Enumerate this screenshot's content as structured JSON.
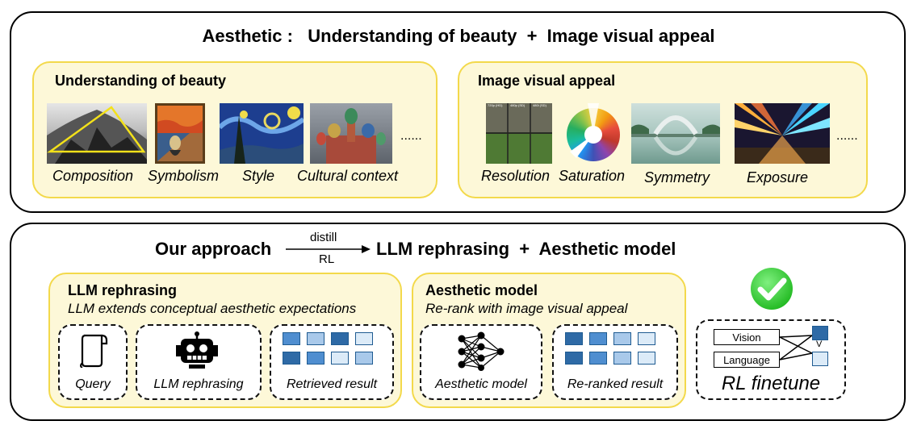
{
  "top": {
    "title": "Aesthetic :   Understanding of beauty  +  Image visual appeal",
    "beauty": {
      "heading": "Understanding of beauty",
      "items": [
        "Composition",
        "Symbolism",
        "Style",
        "Cultural context"
      ],
      "more": "......"
    },
    "appeal": {
      "heading": "Image visual appeal",
      "items": [
        "Resolution",
        "Saturation",
        "Symmetry",
        "Exposure"
      ],
      "more": "......",
      "res_labels": [
        "720p (HD)",
        "480p (SD)",
        "480i (SD)"
      ]
    }
  },
  "bottom": {
    "title_left": "Our approach",
    "arrow_top": "distill",
    "arrow_bottom": "RL",
    "title_right": "LLM rephrasing  +  Aesthetic model",
    "llm": {
      "heading": "LLM rephrasing",
      "subtitle": "LLM extends conceptual aesthetic expectations",
      "boxes": [
        "Query",
        "LLM rephrasing",
        "Retrieved result"
      ]
    },
    "aesthetic": {
      "heading": "Aesthetic model",
      "subtitle": "Re-rank with image visual appeal",
      "boxes": [
        "Aesthetic model",
        "Re-ranked result"
      ]
    },
    "rl": {
      "label": "RL finetune",
      "vision": "Vision",
      "language": "Language",
      "v": "V"
    }
  },
  "colors": {
    "accent_yellow": "#f3d94b",
    "box_fill": "#fdf8d8",
    "check_green": "#2ecc2e",
    "blue_dark": "#2e6aa6"
  }
}
